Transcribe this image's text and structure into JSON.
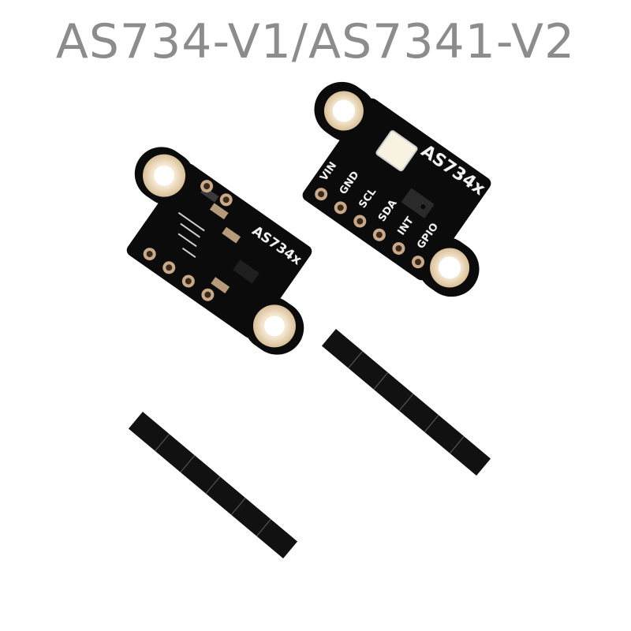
{
  "title": "AS734-V1/AS7341-V2",
  "boards": [
    {
      "id": "board-v2",
      "label": "AS734x",
      "pins": [
        "VIN",
        "GND",
        "SCL",
        "SDA",
        "INT",
        "GPIO"
      ]
    },
    {
      "id": "board-v1",
      "label": "AS734x"
    }
  ],
  "headers": [
    {
      "id": "header-left",
      "pin_count": 6
    },
    {
      "id": "header-right",
      "pin_count": 6
    }
  ],
  "colors": {
    "pcb": "#0b0b0b",
    "pad_gold": "#efdcc0",
    "silkscreen": "#f2f2f2",
    "title_gray": "#8c8c8c",
    "header_plastic": "#111111",
    "pin": "#e9e4d6"
  }
}
